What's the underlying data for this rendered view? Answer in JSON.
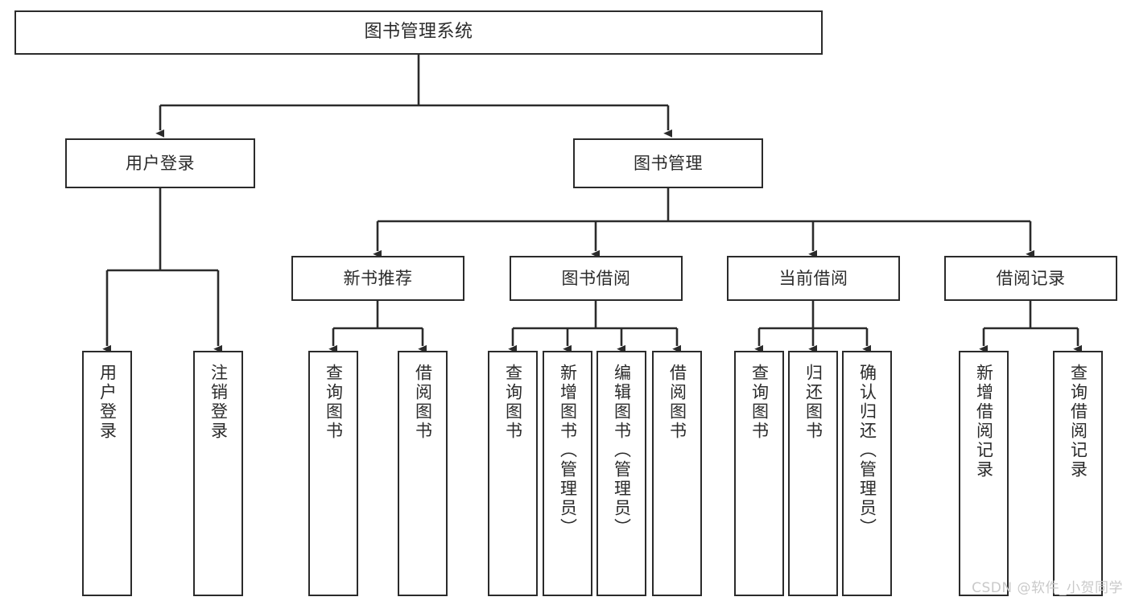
{
  "diagram": {
    "title": "图书管理系统",
    "watermark": "CSDN @软件_小贺同学",
    "colors": {
      "background": "#ffffff",
      "stroke": "#2b2b2b",
      "text": "#2b2b2b",
      "watermark": "#c9c9c9"
    }
  },
  "nodes": {
    "root": {
      "label": "图书管理系统"
    },
    "level2": [
      {
        "label": "用户登录"
      },
      {
        "label": "图书管理"
      }
    ],
    "level3": [
      {
        "label": "新书推荐"
      },
      {
        "label": "图书借阅"
      },
      {
        "label": "当前借阅"
      },
      {
        "label": "借阅记录"
      }
    ],
    "leaves": {
      "user_login": [
        {
          "label": "用户登录"
        },
        {
          "label": "注销登录"
        }
      ],
      "new_book": [
        {
          "label": "查询图书"
        },
        {
          "label": "借阅图书"
        }
      ],
      "book_borrow": [
        {
          "label": "查询图书"
        },
        {
          "label": "新增图书（管理员）"
        },
        {
          "label": "编辑图书（管理员）"
        },
        {
          "label": "借阅图书"
        }
      ],
      "current_borrow": [
        {
          "label": "查询图书"
        },
        {
          "label": "归还图书"
        },
        {
          "label": "确认归还（管理员）"
        }
      ],
      "borrow_record": [
        {
          "label": "新增借阅记录"
        },
        {
          "label": "查询借阅记录"
        }
      ]
    }
  }
}
